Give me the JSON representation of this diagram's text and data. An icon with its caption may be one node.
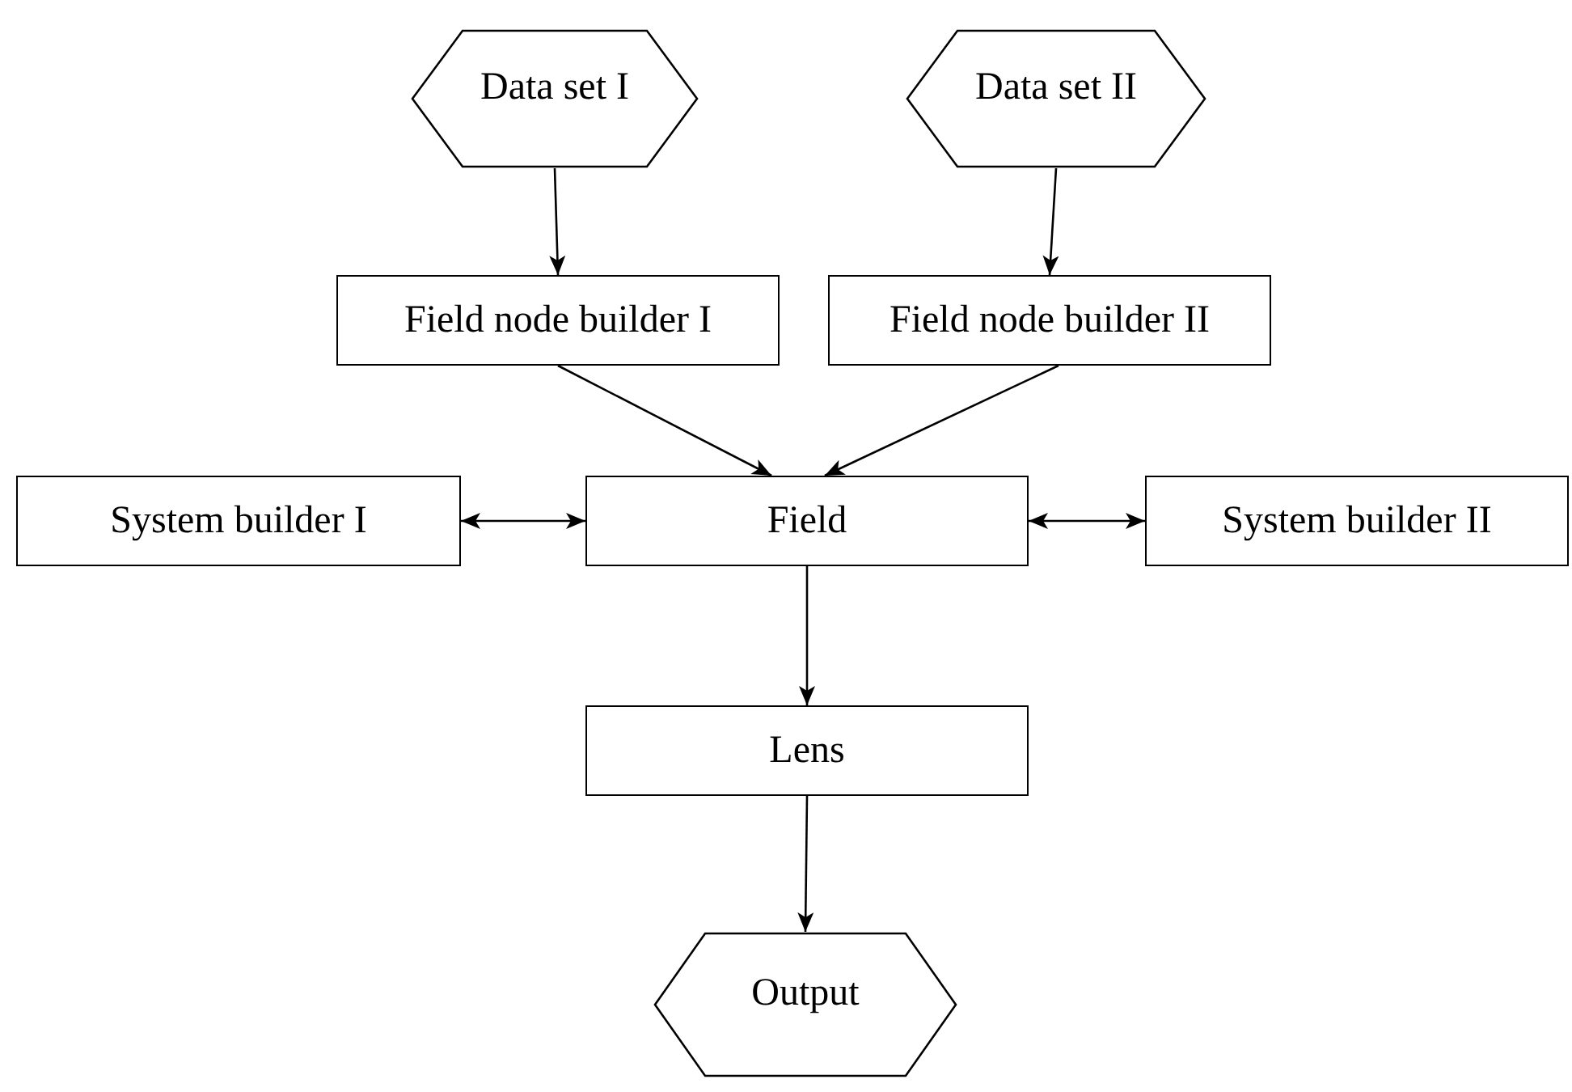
{
  "diagram": {
    "nodes": [
      {
        "text": [
          "Data set I"
        ]
      },
      {
        "text": [
          "Data set II"
        ]
      },
      {
        "text": [
          "Field node builder I"
        ]
      },
      {
        "text": [
          "Field node builder II"
        ]
      },
      {
        "text": [
          "System builder I"
        ]
      },
      {
        "text": [
          "Field"
        ]
      },
      {
        "text": [
          "System builder II"
        ]
      },
      {
        "text": [
          "Lens"
        ]
      },
      {
        "text": [
          "Output"
        ]
      }
    ],
    "edges": [
      {
        "from": 0,
        "to": 2,
        "arrow": "to"
      },
      {
        "from": 1,
        "to": 3,
        "arrow": "to"
      },
      {
        "from": 2,
        "to": 5,
        "arrow": "to"
      },
      {
        "from": 3,
        "to": 5,
        "arrow": "to"
      },
      {
        "from": 4,
        "to": 5,
        "arrow": "both"
      },
      {
        "from": 5,
        "to": 6,
        "arrow": "both"
      },
      {
        "from": 5,
        "to": 7,
        "arrow": "to"
      },
      {
        "from": 7,
        "to": 8,
        "arrow": "to"
      }
    ]
  }
}
